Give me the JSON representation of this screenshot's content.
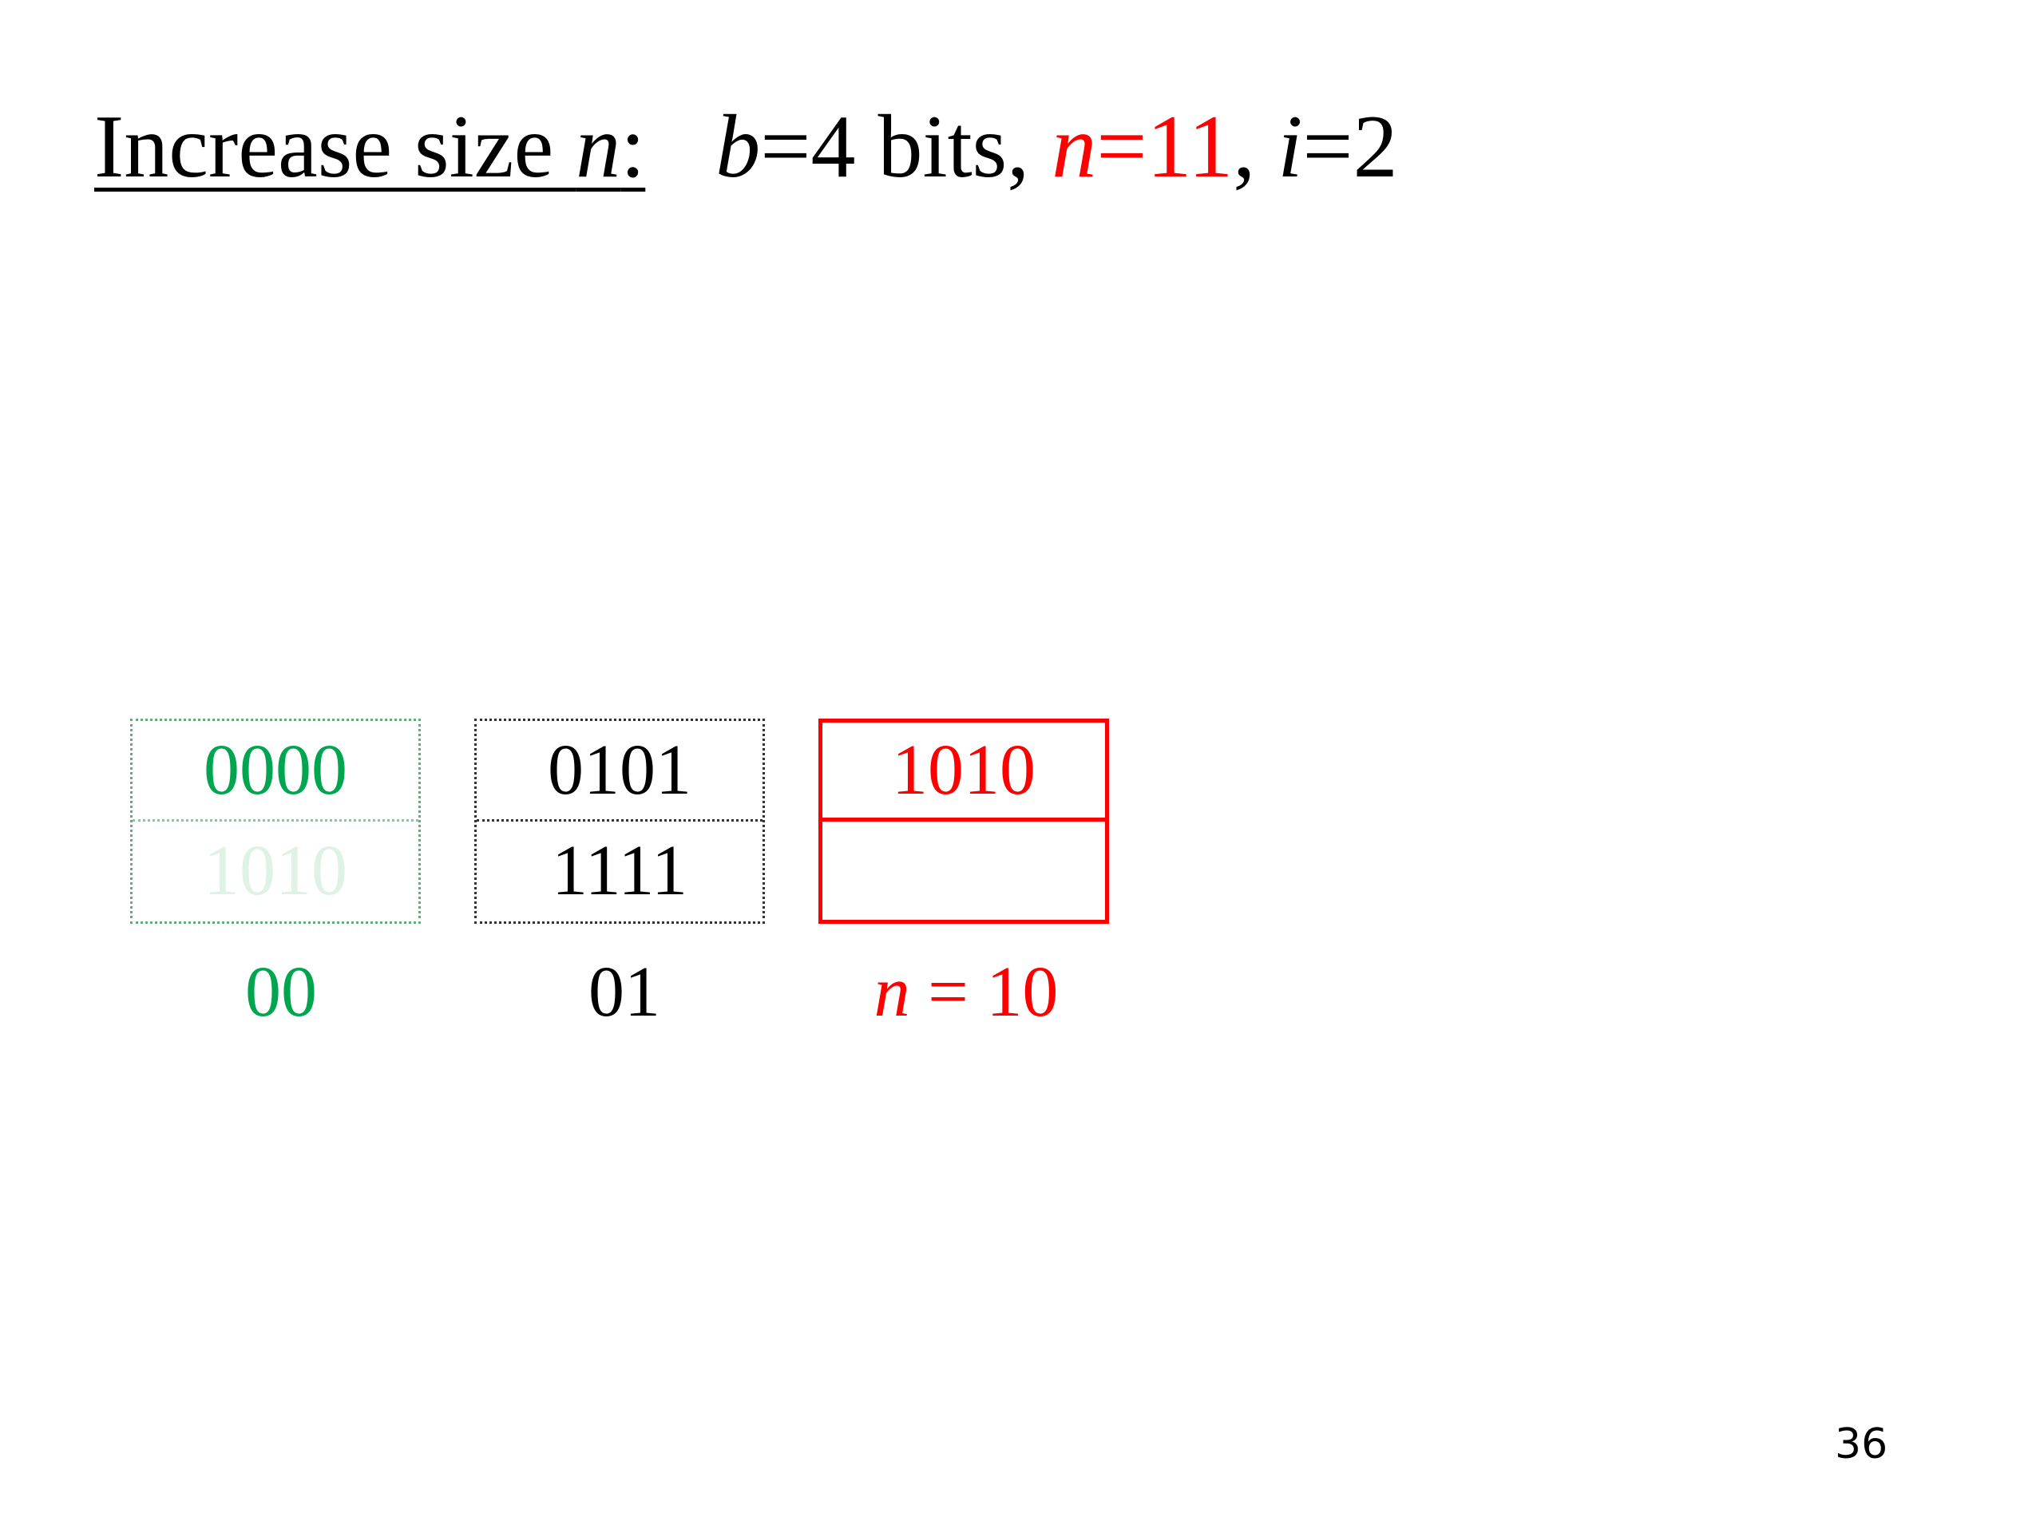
{
  "title": {
    "lead_text": "Increase size ",
    "lead_var": "n",
    "lead_colon": ":",
    "b_var": "b",
    "b_value": "=4 bits, ",
    "n_var": "n",
    "n_value": "=11",
    "separator": ", ",
    "i_var": "i",
    "i_value": "=2"
  },
  "buckets": [
    {
      "top": "0000",
      "bottom": "1010",
      "label": "00"
    },
    {
      "top": "0101",
      "bottom": "1111",
      "label": "01"
    },
    {
      "top": "1010",
      "bottom": "",
      "label_var": "n",
      "label_value": " = 10"
    }
  ],
  "colors": {
    "green": "#00a64f",
    "faded_green": "#dff2e6",
    "red": "#ff0000",
    "black": "#000000"
  },
  "page_number": "36"
}
